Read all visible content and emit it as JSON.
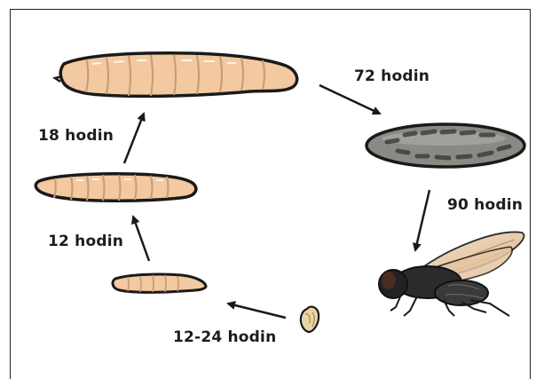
{
  "cycle": {
    "labels": {
      "egg_to_larva1": "12-24 hodin",
      "larva1_to_larva2": "12 hodin",
      "larva2_to_larva3": "18 hodin",
      "larva3_to_pupa": "72 hodin",
      "pupa_to_fly": "90 hodin"
    },
    "stages": [
      "egg",
      "larva-small",
      "larva-medium",
      "larva-large",
      "pupa",
      "adult-fly"
    ]
  },
  "colors": {
    "larva": "#f2c9a0",
    "outline": "#1a1a1a",
    "pupa": "#8a8a84",
    "fly_body": "#2b2b2b",
    "wing": "#e8c8a4"
  }
}
